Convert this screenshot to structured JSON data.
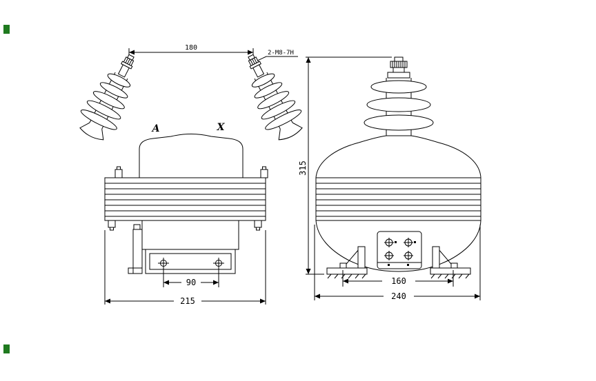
{
  "colors": {
    "ink": "#000000",
    "paper": "#ffffff",
    "artifact": "#1f7a1f"
  },
  "front_view": {
    "terminal_left_label": "A",
    "terminal_right_label": "X",
    "dim_top": "180",
    "thread_note": "2-M8-7H",
    "dim_hole_spacing": "90",
    "dim_overall_width": "215"
  },
  "side_view": {
    "dim_height": "315",
    "dim_foot_spacing": "160",
    "dim_overall_depth": "240"
  }
}
